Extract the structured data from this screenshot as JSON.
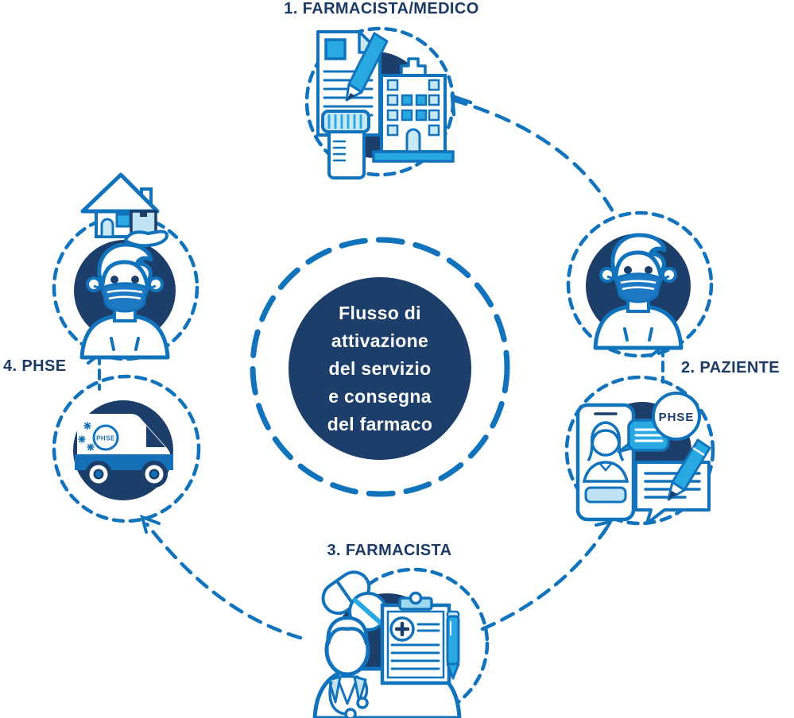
{
  "diagram": {
    "center_circle": {
      "lines": [
        "Flusso di",
        "attivazione",
        "del servizio",
        "e consegna",
        "del farmaco"
      ]
    },
    "nodes": [
      {
        "label": "1. FARMACISTA/MEDICO",
        "icons": [
          "prescription-document",
          "pencil",
          "hospital-building",
          "pill-bottle"
        ]
      },
      {
        "label": "2. PAZIENTE",
        "icons": [
          "masked-person",
          "smartphone",
          "chat-bubble",
          "phse-badge",
          "message-note",
          "pencil"
        ]
      },
      {
        "label": "3. FARMACISTA",
        "icons": [
          "capsule-pill",
          "tablet-pill",
          "pharmacist",
          "clipboard",
          "pen"
        ]
      },
      {
        "label": "4. PHSE",
        "icons": [
          "masked-courier",
          "house",
          "package",
          "hand",
          "delivery-van",
          "snowflakes"
        ]
      }
    ],
    "sub_icons": {
      "phse_badge": "PHSE",
      "van_logo": "PHSE"
    },
    "colors": {
      "navy_fill": "#1C3E6B",
      "text_navy": "#1B3A66",
      "stroke_blue": "#1173BC",
      "bright_blue": "#29A9E1",
      "medium_blue": "#1E79C4",
      "van_band_blue": "#1470B8",
      "pale_blue": "#C9E8F6",
      "soft_blue": "#BFE3F4",
      "white": "#FFFFFF"
    }
  }
}
